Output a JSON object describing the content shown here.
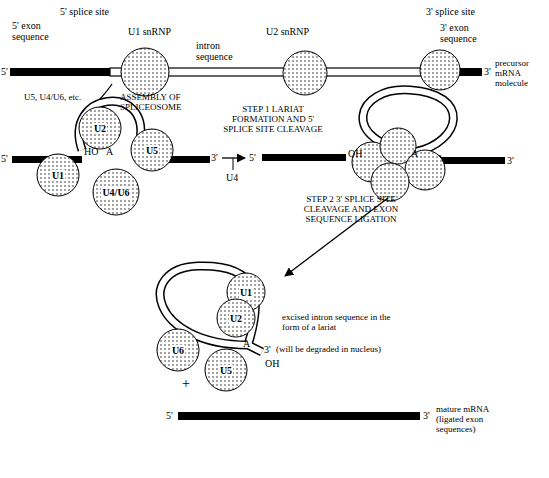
{
  "diagram": {
    "nodes": [
      {
        "text": [
          "U2"
        ]
      },
      {
        "text": [
          "U5"
        ]
      },
      {
        "text": [
          "U1"
        ]
      },
      {
        "text": [
          "U4/U6"
        ]
      },
      {
        "text": [
          "U1"
        ]
      },
      {
        "text": [
          "U2"
        ]
      },
      {
        "text": [
          "U6"
        ]
      },
      {
        "text": [
          "U5"
        ]
      }
    ],
    "labels": [
      "5' splice site",
      "5' exon sequence",
      "U1 snRNP",
      "U2 snRNP",
      "3' splice site",
      "3' exon sequence",
      "intron sequence",
      "5'",
      "3'",
      "precursor mRNA molecule",
      "U5, U4/U6, etc.",
      "ASSEMBLY OF SPLICEOSOME",
      "STEP 1 LARIAT FORMATION AND 5' SPLICE SITE CLEAVAGE",
      "HO",
      "A",
      "5'",
      "3'",
      "U4",
      "5'",
      "OH",
      "A",
      "3'",
      "STEP 2 3' SPLICE SITE CLEAVAGE AND EXON SEQUENCE LIGATION",
      "A",
      "excised intron sequence in the form of a lariat",
      "3'",
      "(will be degraded in nucleus)",
      "OH",
      "+",
      "5'",
      "3'",
      "mature mRNA (ligated exon sequences)"
    ]
  }
}
